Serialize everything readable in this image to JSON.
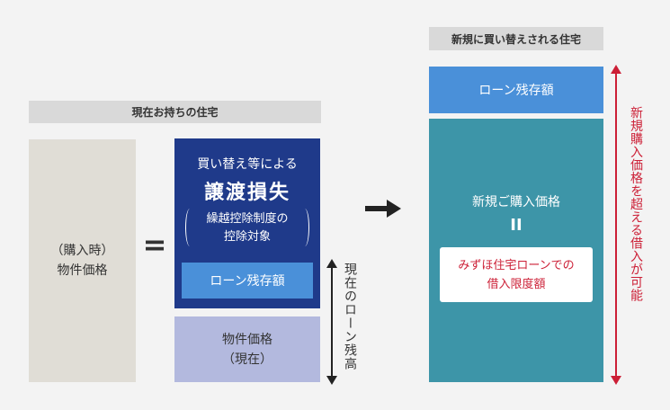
{
  "current_home": {
    "header": "現在お持ちの住宅",
    "purchase_price_line1": "（購入時）",
    "purchase_price_line2": "物件価格",
    "equals": "=",
    "loss_line1": "買い替え等による",
    "loss_line2": "譲渡損失",
    "carryover_line1": "繰越控除制度の",
    "carryover_line2": "控除対象",
    "loan_balance": "ローン残存額",
    "current_price_line1": "物件価格",
    "current_price_line2": "（現在）",
    "current_loan_label": "現在のローン残高"
  },
  "new_home": {
    "header": "新規に買い替えされる住宅",
    "loan_balance": "ローン残存額",
    "new_price": "新規ご購入価格",
    "equals": "II",
    "mizuho_line1": "みずほ住宅ローンでの",
    "mizuho_line2": "借入限度額",
    "side_label": "新規購入価格を超える借入が可能"
  },
  "colors": {
    "navy": "#1f3a8a",
    "blue": "#4a90d9",
    "lavender": "#b3b9de",
    "teal": "#3d95a8",
    "beige": "#e0ddd6",
    "red": "#cc1f36"
  }
}
